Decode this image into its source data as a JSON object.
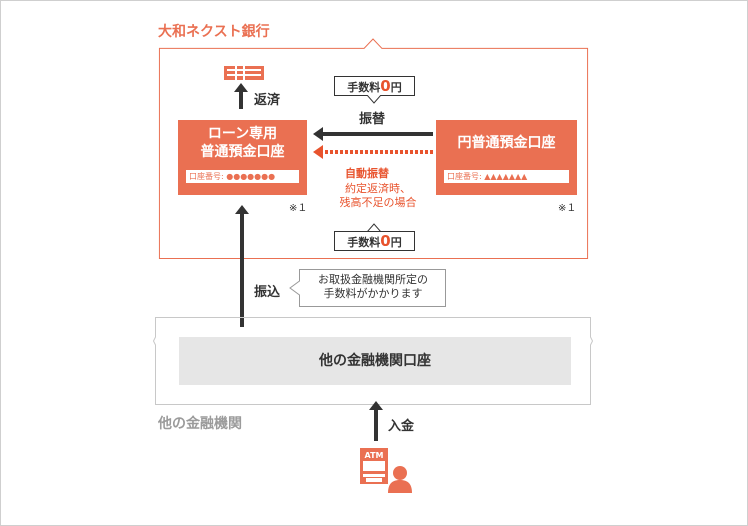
{
  "bank_name": "大和ネクスト銀行",
  "loan_account": {
    "title_line1": "ローン専用",
    "title_line2": "普通預金口座",
    "account_number": "口座番号: ●●●●●●●"
  },
  "yen_account": {
    "title": "円普通預金口座",
    "account_number": "口座番号: ▲▲▲▲▲▲▲"
  },
  "repay_label": "返済",
  "transfer_label": "振替",
  "auto_transfer_label": "自動振替",
  "auto_transfer_note_line1": "約定返済時、",
  "auto_transfer_note_line2": "残高不足の場合",
  "fee": {
    "prefix": "手数料",
    "amount": "0",
    "unit": "円"
  },
  "footnote_mark": "※１",
  "deposit_transfer_label": "振込",
  "deposit_fee_note_line1": "お取扱金融機関所定の",
  "deposit_fee_note_line2": "手数料がかかります",
  "other_account": "他の金融機関口座",
  "other_institution": "他の金融機関",
  "cash_deposit_label": "入金",
  "atm_label": "ATM",
  "colors": {
    "accent": "#ea7052",
    "red": "#e8532d",
    "gray_box": "#e6e6e6",
    "frame": "#c8c8c8"
  }
}
